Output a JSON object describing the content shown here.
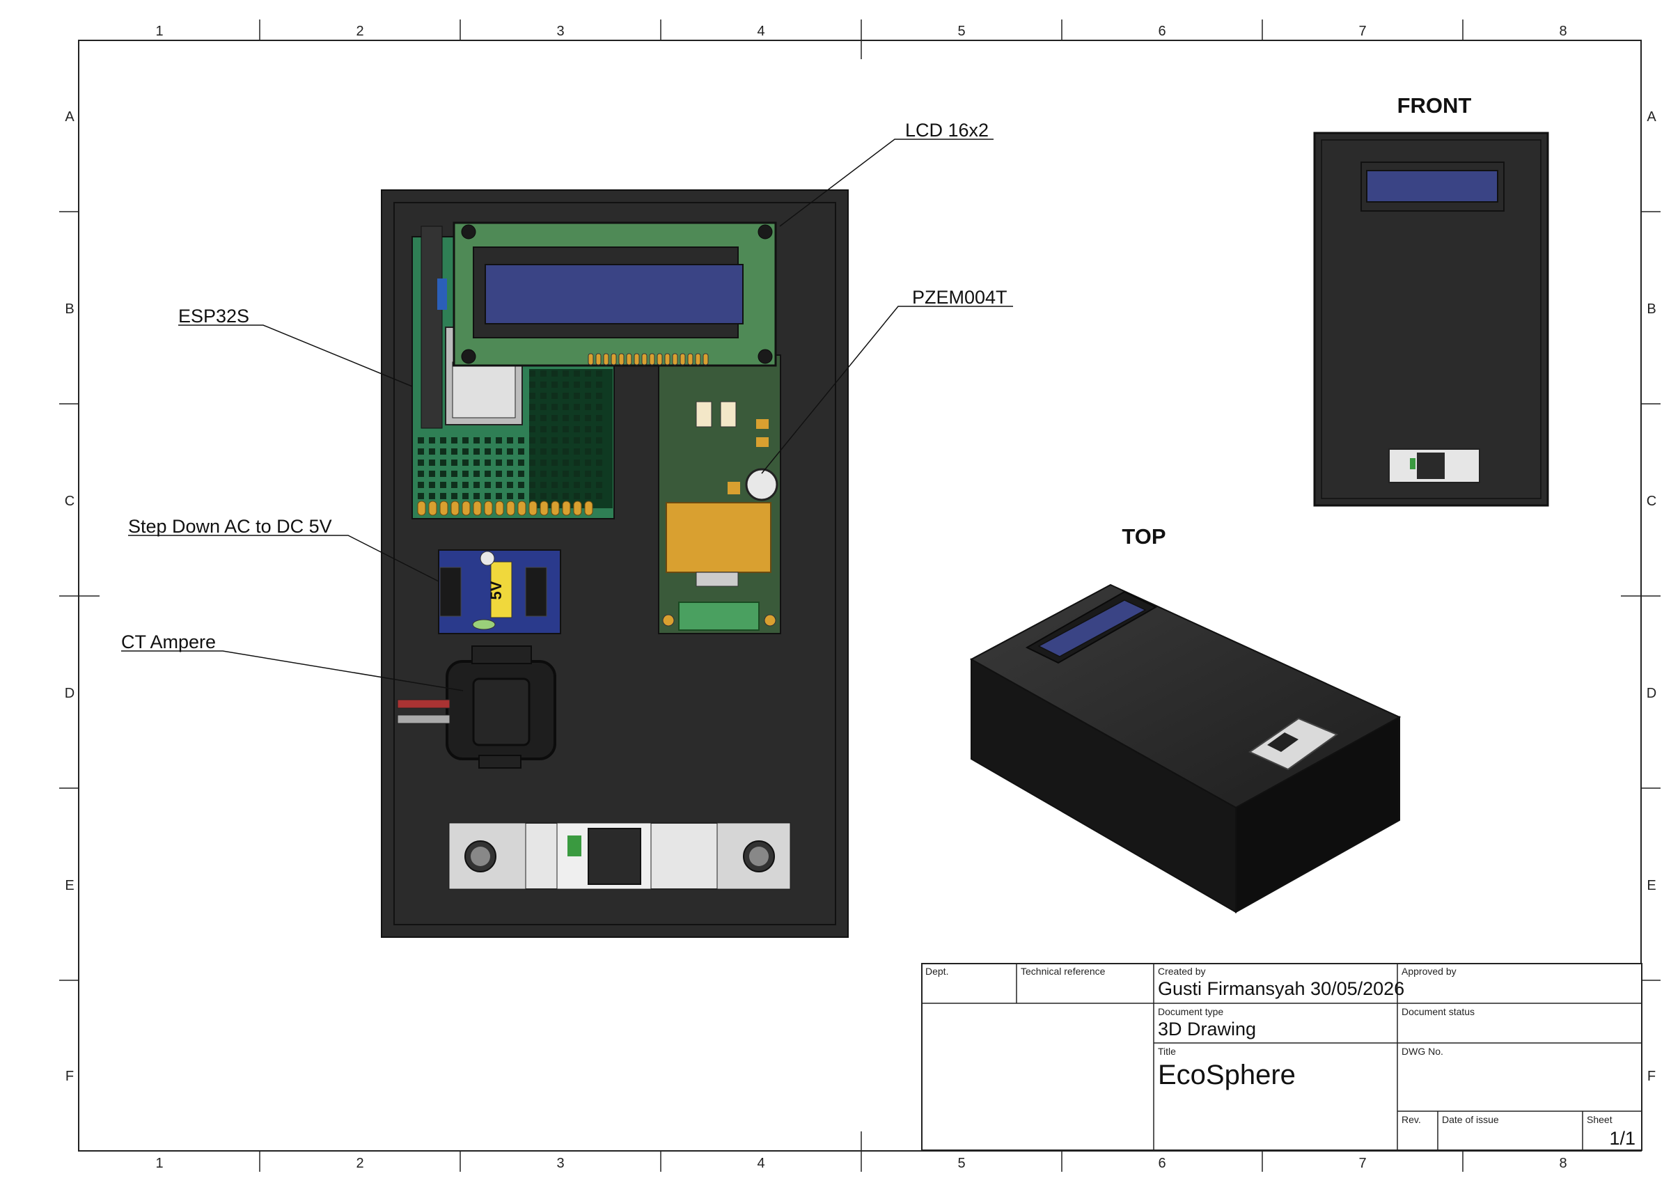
{
  "grid": {
    "columns": [
      "1",
      "2",
      "3",
      "4",
      "5",
      "6",
      "7",
      "8"
    ],
    "rows": [
      "A",
      "B",
      "C",
      "D",
      "E",
      "F"
    ]
  },
  "views": {
    "front_label": "FRONT",
    "top_label": "TOP"
  },
  "callouts": {
    "lcd": "LCD 16x2",
    "pzem": "PZEM004T",
    "esp": "ESP32S",
    "stepdown": "Step Down AC to DC 5V",
    "ct": "CT Ampere"
  },
  "board_labels": {
    "psu_voltage": "5V"
  },
  "title_block": {
    "dept_label": "Dept.",
    "dept_value": "",
    "tech_ref_label": "Technical reference",
    "tech_ref_value": "",
    "created_by_label": "Created by",
    "created_by_value": "Gusti Firmansyah 30/05/2026",
    "approved_by_label": "Approved by",
    "approved_by_value": "",
    "doc_type_label": "Document type",
    "doc_type_value": "3D Drawing",
    "doc_status_label": "Document status",
    "doc_status_value": "",
    "title_label": "Title",
    "title_value": "EcoSphere",
    "dwg_no_label": "DWG No.",
    "dwg_no_value": "",
    "rev_label": "Rev.",
    "rev_value": "",
    "date_label": "Date of issue",
    "date_value": "",
    "sheet_label": "Sheet",
    "sheet_value": "1/1"
  },
  "colors": {
    "enclosure": "#2b2b2b",
    "lcd_pcb": "#4f8a56",
    "lcd_screen": "#3a4485",
    "proto_board": "#2f7f55",
    "pzem_pcb": "#3a5a3a",
    "transformer": "#d9a030",
    "psu_board": "#2a3a8c",
    "breaker": "#e6e6e6"
  }
}
